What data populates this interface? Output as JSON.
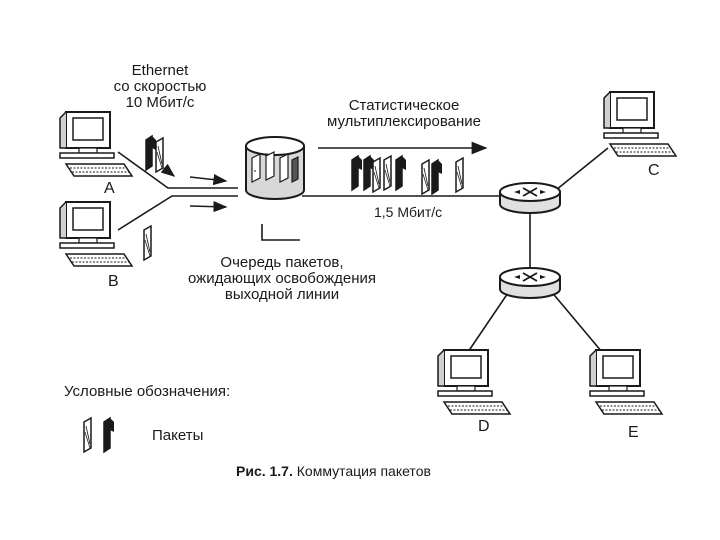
{
  "labels": {
    "ethernet_line1": "Ethernet",
    "ethernet_line2": "со скоростью",
    "ethernet_line3": "10 Мбит/с",
    "stat_line1": "Статистическое",
    "stat_line2": "мультиплексирование",
    "speed": "1,5 Мбит/с",
    "queue_line1": "Очередь пакетов,",
    "queue_line2": "ожидающих освобождения",
    "queue_line3": "выходной линии",
    "legend_title": "Условные обозначения:",
    "legend_packets": "Пакеты",
    "caption_prefix": "Рис. 1.7.",
    "caption_text": " Коммутация пакетов"
  },
  "nodes": {
    "a": "A",
    "b": "B",
    "c": "C",
    "d": "D",
    "e": "E"
  },
  "colors": {
    "ink": "#1a1a1a",
    "paper": "#ffffff"
  }
}
